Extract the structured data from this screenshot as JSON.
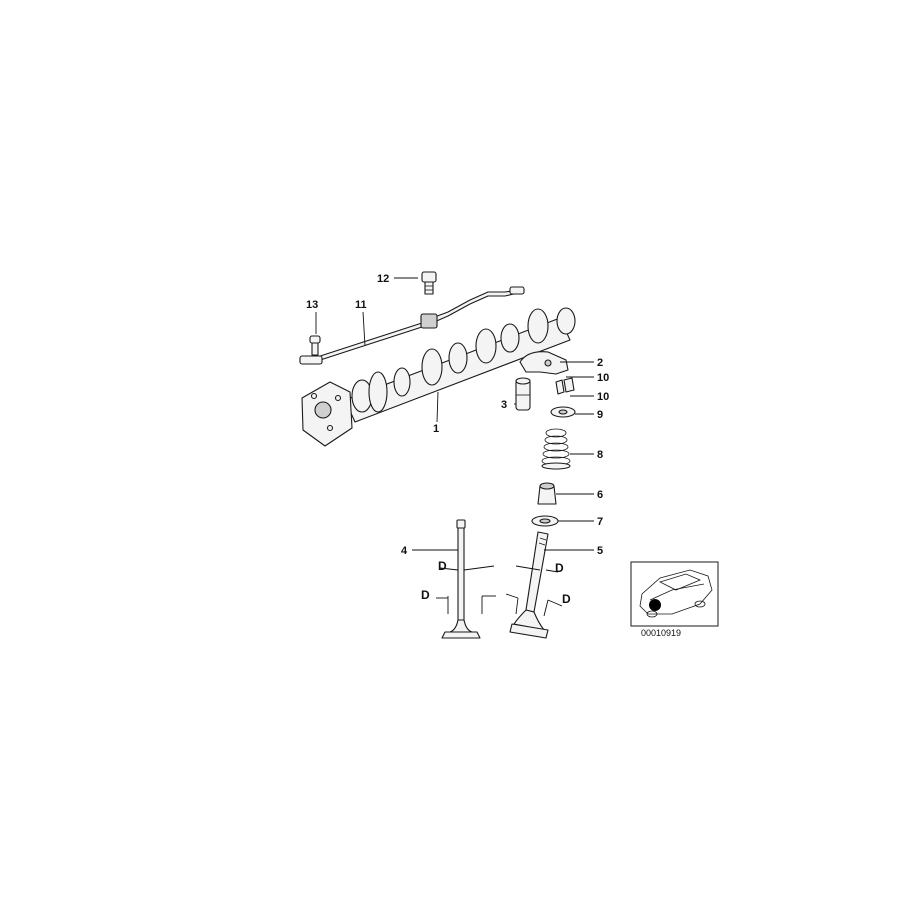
{
  "labels": {
    "l1": "1",
    "l2": "2",
    "l3": "3",
    "l4": "4",
    "l5": "5",
    "l6": "6",
    "l7": "7",
    "l8": "8",
    "l9": "9",
    "l10a": "10",
    "l10b": "10",
    "l11": "11",
    "l12": "12",
    "l13": "13"
  },
  "dimensions": {
    "d1": "D",
    "d2": "D",
    "d3": "D",
    "d4": "D"
  },
  "reference_number": "00010919",
  "colors": {
    "line": "#1a1a1a",
    "fill": "#f4f4f4",
    "shade": "#cfcfcf",
    "marker": "#000000"
  }
}
